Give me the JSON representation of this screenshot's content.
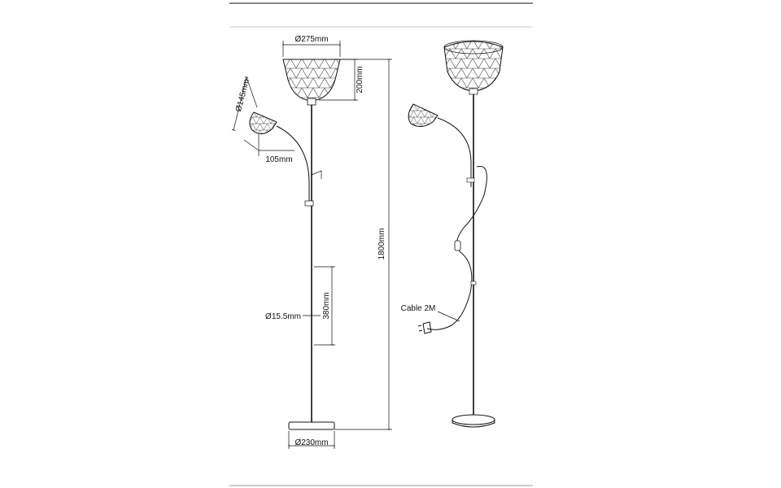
{
  "dimensions": {
    "shade_diameter": "Ø275mm",
    "shade_height": "200mm",
    "reading_diameter": "Ø145mm",
    "reading_depth": "105mm",
    "total_height": "1800mm",
    "pole_diameter": "Ø15.5mm",
    "switch_section": "380mm",
    "base_diameter": "Ø230mm"
  },
  "callouts": {
    "cable": "Cable 2M"
  }
}
